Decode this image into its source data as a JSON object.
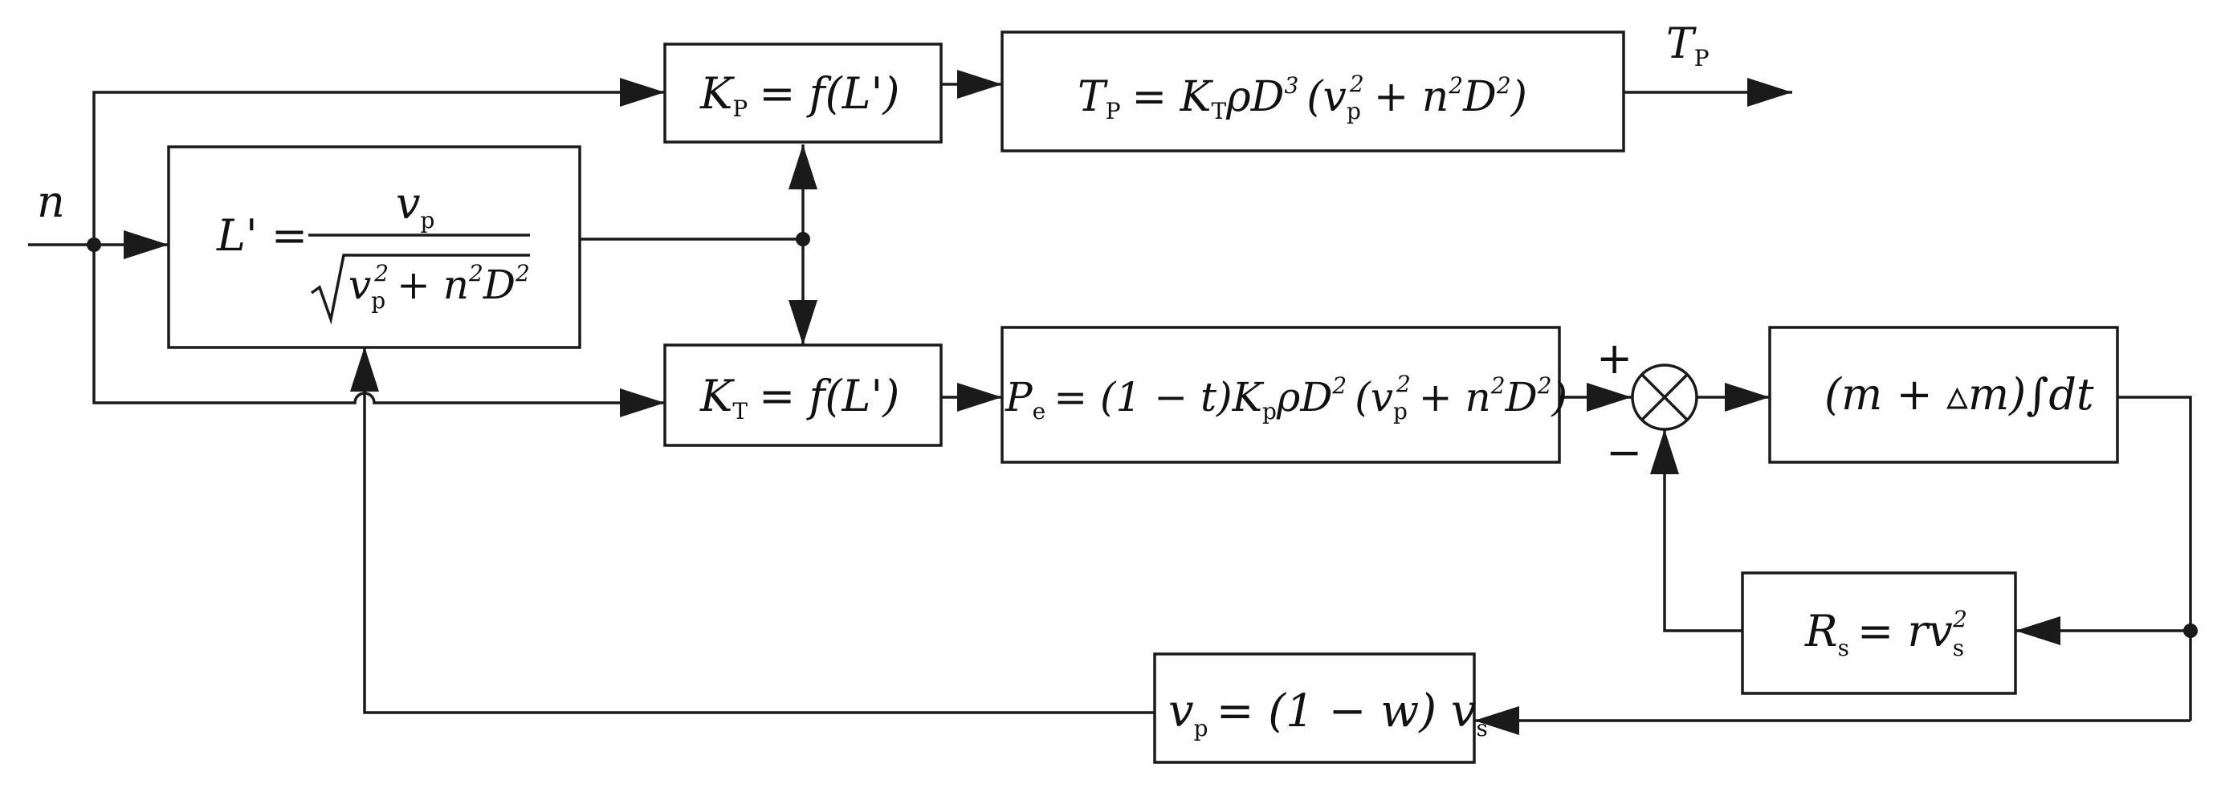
{
  "diagram": {
    "input_label": "n",
    "output_label": "T",
    "output_label_sub": "P",
    "sum_plus": "+",
    "sum_minus": "−",
    "blocks": {
      "kp": {
        "lhs": "K",
        "lhs_sub": "P",
        "rhs": "= f(L')"
      },
      "tp": {
        "text": "T",
        "sub": "P",
        "rhs": "= K",
        "rhs_sub": "T",
        "tail": "ρD",
        "tail_sup": "3",
        "paren": "(v",
        "paren_sub": "p",
        "paren_sup": "2",
        "paren_tail": "+ n",
        "n_sup": "2",
        "d": "D",
        "d_sup": "2",
        "close": ")"
      },
      "lprime": {
        "lhs": "L' =",
        "num": "v",
        "num_sub": "p",
        "den_v": "v",
        "den_sub": "p",
        "den_sup": "2",
        "den_mid": "+ n",
        "den_n_sup": "2",
        "den_d": "D",
        "den_d_sup": "2"
      },
      "kt": {
        "lhs": "K",
        "lhs_sub": "T",
        "rhs": "= f(L')"
      },
      "pe": {
        "p": "P",
        "p_sub": "e",
        "mid": "= (1 − t)K",
        "k_sub": "p",
        "rho": "ρD",
        "d_sup": "2",
        "paren": "(v",
        "v_sub": "p",
        "v_sup": "2",
        "plus": "+ n",
        "n_sup": "2",
        "d2": "D",
        "d2_sup": "2",
        "close": ")"
      },
      "integ": {
        "text": "(m + ▵m)∫dt"
      },
      "rs": {
        "r": "R",
        "r_sub": "s",
        "mid": "= rv",
        "v_sub": "s",
        "v_sup": "2"
      },
      "vp": {
        "v": "v",
        "v_sub": "p",
        "mid": "= (1 − w) v",
        "end_sub": "s"
      }
    }
  }
}
